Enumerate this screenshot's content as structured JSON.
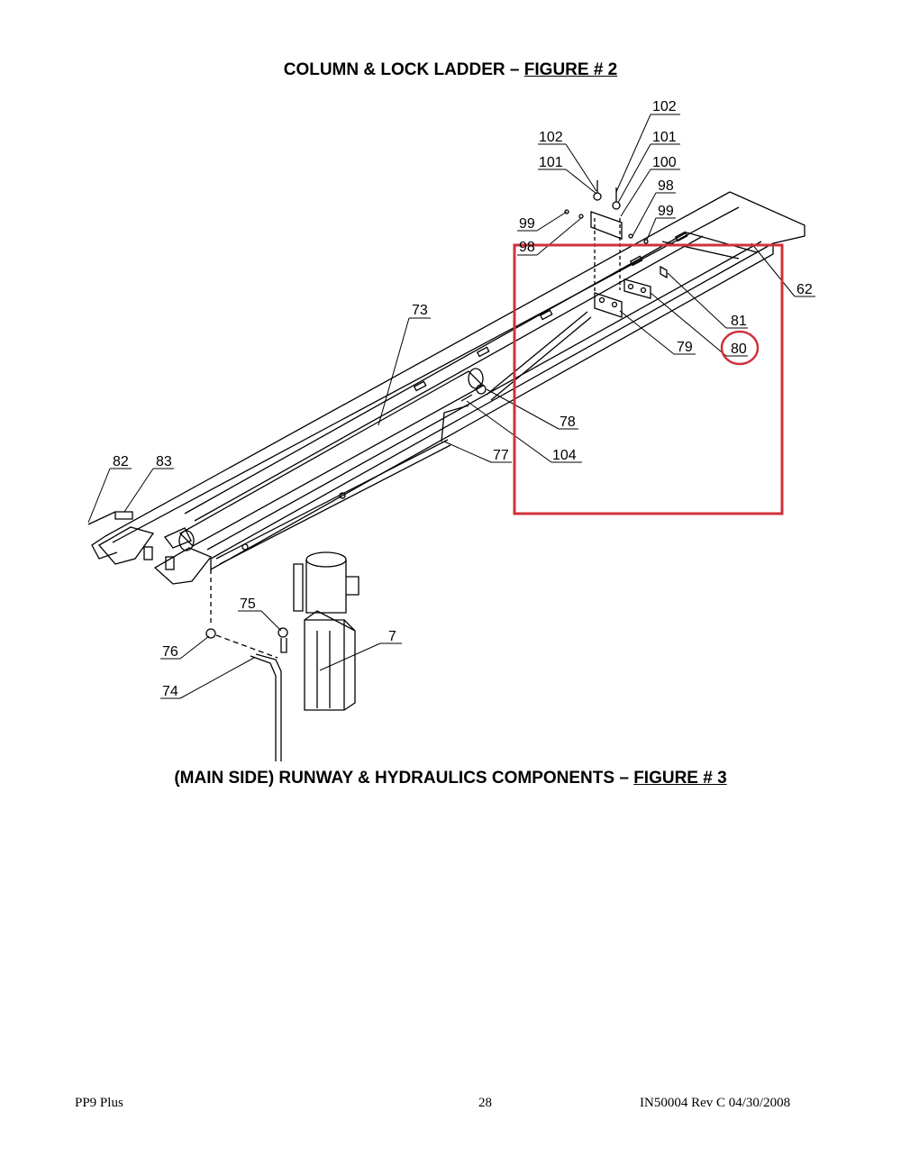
{
  "figure2_caption": {
    "text": "COLUMN & LOCK LADDER – ",
    "link": "FIGURE # 2"
  },
  "figure3_caption": {
    "text": "(MAIN SIDE) RUNWAY & HYDRAULICS COMPONENTS – ",
    "link": "FIGURE # 3"
  },
  "part_labels": {
    "p102a": "102",
    "p102b": "102",
    "p101a": "101",
    "p101b": "101",
    "p100": "100",
    "p98a": "98",
    "p98b": "98",
    "p99a": "99",
    "p99b": "99",
    "p62": "62",
    "p81": "81",
    "p80": "80",
    "p79": "79",
    "p73": "73",
    "p78": "78",
    "p104": "104",
    "p77": "77",
    "p82": "82",
    "p83": "83",
    "p75": "75",
    "p7": "7",
    "p76": "76",
    "p74": "74"
  },
  "highlight": {
    "box_color": "#d0313b",
    "circle_color": "#d0313b",
    "circled_part": "80"
  },
  "footer": {
    "left": "PP9 Plus",
    "center": "28",
    "right": "IN50004 Rev C  04/30/2008"
  }
}
